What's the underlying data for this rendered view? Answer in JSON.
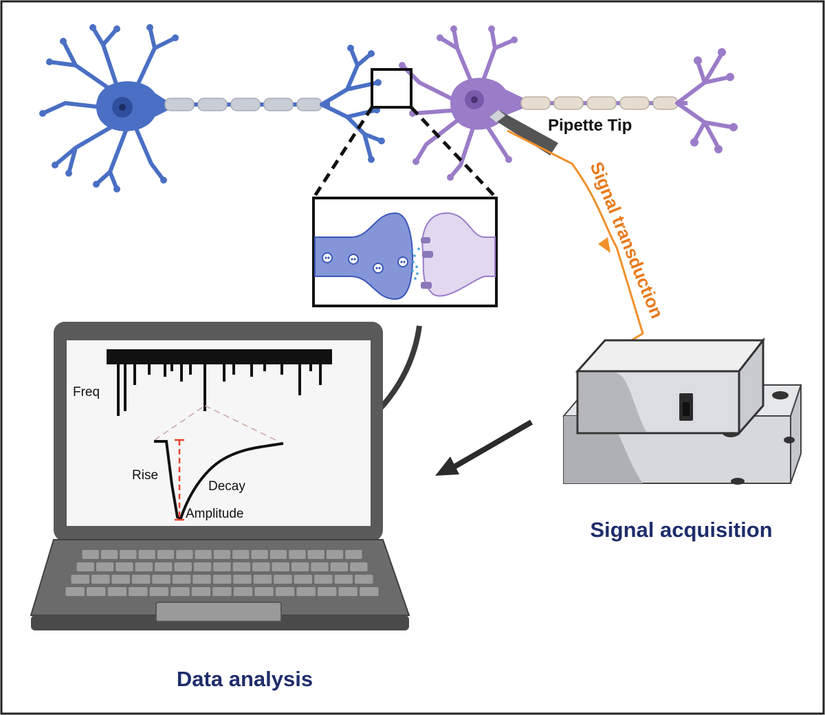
{
  "labels": {
    "pipette_tip": "Pipette Tip",
    "signal_transduction": "Signal transduction",
    "signal_acquisition": "Signal acquisition",
    "data_analysis": "Data analysis"
  },
  "screen_plot": {
    "freq": "Freq",
    "rise": "Rise",
    "decay": "Decay",
    "amplitude": "Amplitude"
  },
  "colors": {
    "presynaptic_neuron": "#4a6fc4",
    "postsynaptic_neuron": "#9a7cc8",
    "myelin": "#c9cdd6",
    "signal_wire": "#f0902a",
    "label_navy": "#1f2d6b",
    "amplitude_marker": "#e8432b",
    "laptop_body": "#5a5a5a"
  },
  "icons": {
    "presynaptic": "neuron-icon",
    "postsynaptic": "neuron-icon",
    "synapse_zoom": "synapse-icon",
    "amplifier": "amplifier-icon",
    "laptop": "laptop-icon",
    "pipette": "pipette-icon"
  }
}
